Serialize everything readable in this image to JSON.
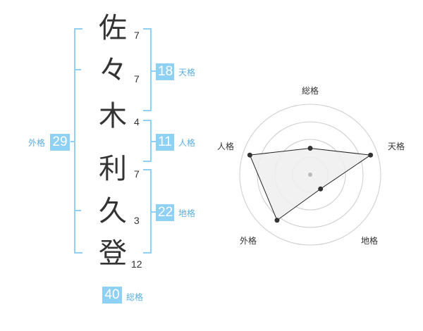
{
  "name": {
    "characters": [
      {
        "char": "佐",
        "strokes": "7"
      },
      {
        "char": "々",
        "strokes": "7"
      },
      {
        "char": "木",
        "strokes": "4"
      },
      {
        "char": "利",
        "strokes": "7"
      },
      {
        "char": "久",
        "strokes": "3"
      },
      {
        "char": "登",
        "strokes": "12"
      }
    ]
  },
  "fortunes": {
    "tenkaku": {
      "value": "18",
      "label": "天格"
    },
    "jinkaku": {
      "value": "11",
      "label": "人格"
    },
    "chikaku": {
      "value": "22",
      "label": "地格"
    },
    "gaikaku": {
      "value": "29",
      "label": "外格"
    },
    "soukaku": {
      "value": "40",
      "label": "総格"
    }
  },
  "chart_data": {
    "type": "radar",
    "axes": [
      "総格",
      "天格",
      "地格",
      "外格",
      "人格"
    ],
    "rmax": 4,
    "rings": 4,
    "values": [
      1.5,
      3.6,
      1.0,
      3.2,
      3.6
    ],
    "colors": {
      "fill": "#efefef",
      "stroke": "#222222",
      "grid": "#cccccc",
      "point": "#333333",
      "center": "#bbbbbb"
    }
  },
  "colors": {
    "accent": "#8fd0f5",
    "label": "#5aaee0"
  }
}
